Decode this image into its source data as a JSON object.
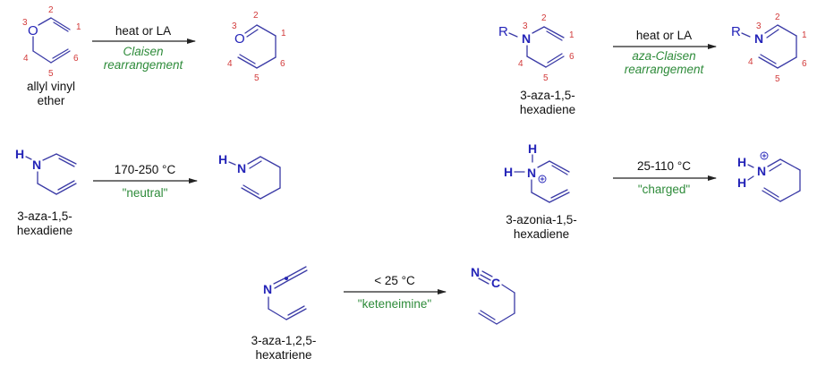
{
  "reactions": [
    {
      "id": "claisen",
      "substrate": {
        "name_lines": [
          "allyl vinyl",
          "ether"
        ],
        "heteroatom": "O",
        "position_labels": {
          "1": "1",
          "2": "2",
          "3": "3",
          "4": "4",
          "5": "5",
          "6": "6"
        }
      },
      "conditions": "heat or LA",
      "reaction_name_lines": [
        "Claisen",
        "rearrangement"
      ],
      "product": {
        "heteroatom": "O",
        "position_labels": {
          "1": "1",
          "2": "2",
          "3": "3",
          "4": "4",
          "5": "5",
          "6": "6"
        }
      }
    },
    {
      "id": "aza-claisen",
      "substrate": {
        "name_lines": [
          "3-aza-1,5-",
          "hexadiene"
        ],
        "substituent": "R",
        "heteroatom": "N",
        "position_labels": {
          "1": "1",
          "2": "2",
          "3": "3",
          "4": "4",
          "5": "5",
          "6": "6"
        }
      },
      "conditions": "heat or LA",
      "reaction_name_lines": [
        "aza-Claisen",
        "rearrangement"
      ],
      "product": {
        "substituent": "R",
        "heteroatom": "N",
        "position_labels": {
          "1": "1",
          "2": "2",
          "3": "3",
          "4": "4",
          "5": "5",
          "6": "6"
        }
      }
    },
    {
      "id": "neutral",
      "substrate": {
        "name_lines": [
          "3-aza-1,5-",
          "hexadiene"
        ],
        "substituent": "H",
        "heteroatom": "N"
      },
      "conditions": "170-250 °C",
      "label": "\"neutral\"",
      "product": {
        "substituent": "H",
        "heteroatom": "N"
      }
    },
    {
      "id": "charged",
      "substrate": {
        "name_lines": [
          "3-azonia-1,5-",
          "hexadiene"
        ],
        "substituents": [
          "H",
          "H"
        ],
        "heteroatom": "N",
        "charge": "+"
      },
      "conditions": "25-110 °C",
      "label": "\"charged\"",
      "product": {
        "substituents": [
          "H",
          "H"
        ],
        "heteroatom": "N",
        "charge": "+"
      }
    },
    {
      "id": "keteneimine",
      "substrate": {
        "name_lines": [
          "3-aza-1,2,5-",
          "hexatriene"
        ],
        "heteroatom": "N"
      },
      "conditions": "< 25 °C",
      "label": "\"keteneimine\"",
      "product": {
        "heteroatom": "N",
        "carbon": "C"
      }
    }
  ],
  "colors": {
    "structure": "#2424b8",
    "bond": "#3a3aa6",
    "numbering": "#d23a3a",
    "reaction_label": "#2e8b3a",
    "text": "#111111"
  }
}
